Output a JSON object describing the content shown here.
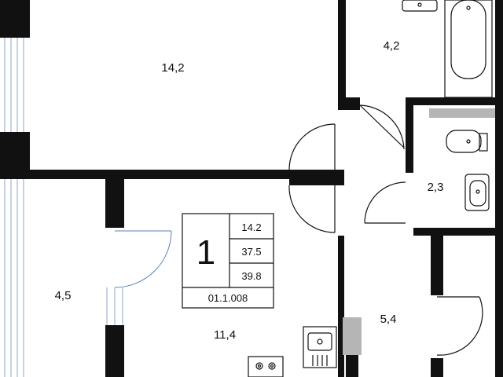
{
  "rooms": {
    "living_room_top": "14,2",
    "bathroom": "4,2",
    "toilet": "2,3",
    "balcony": "4,5",
    "kitchen": "11,4",
    "hallway": "5,4"
  },
  "info_card": {
    "rooms_count": "1",
    "living_area": "14.2",
    "total_area": "37.5",
    "total_area_with_balcony": "39.8",
    "unit_code": "01.1.008"
  },
  "colors": {
    "wall": "#111111",
    "window": "#8fa7c4",
    "door_accent": "#5a7fb8",
    "tile": "#b5b5b5"
  }
}
